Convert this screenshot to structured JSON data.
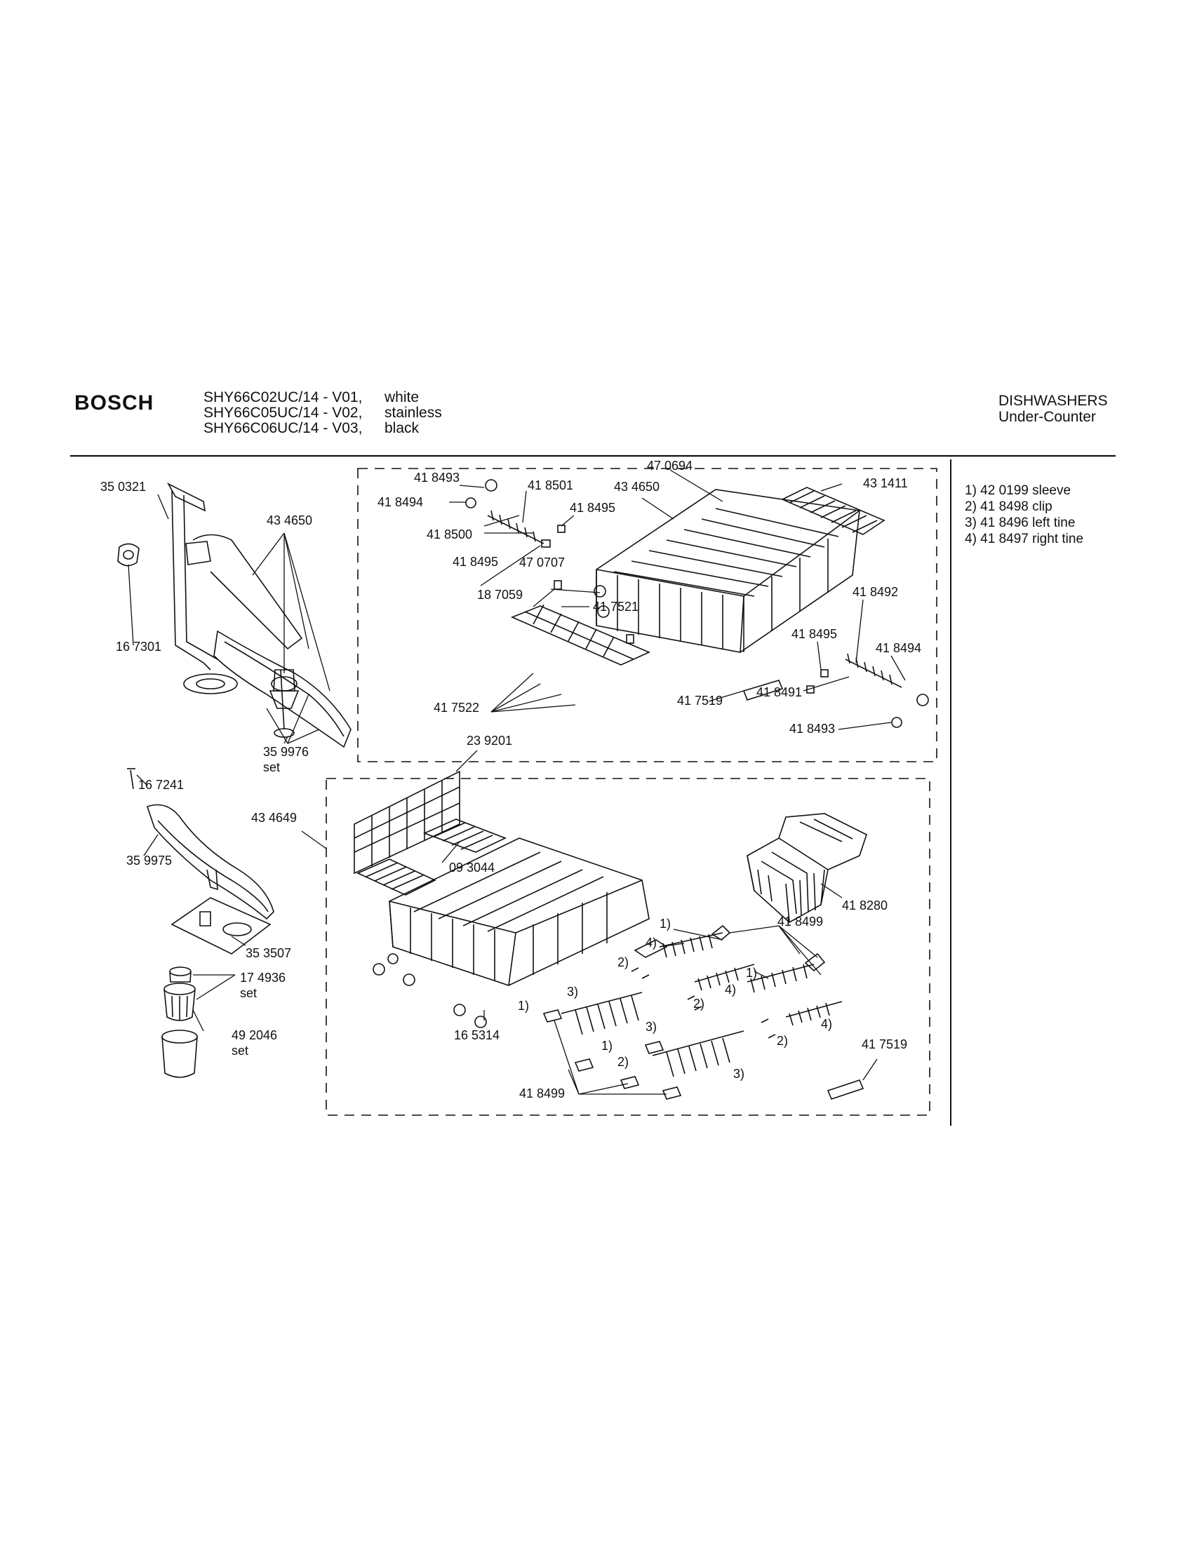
{
  "header": {
    "brand": "BOSCH",
    "models": [
      "SHY66C02UC/14 - V01,",
      "SHY66C05UC/14 - V02,",
      "SHY66C06UC/14 - V03,"
    ],
    "colors": [
      "white",
      "stainless",
      "black"
    ],
    "category": [
      "DISHWASHERS",
      "Under-Counter"
    ]
  },
  "legend": [
    "1) 42 0199 sleeve",
    "2) 41 8498 clip",
    "3) 41 8496 left tine",
    "4) 41 8497 right tine"
  ],
  "callouts": {
    "c350321": "35 0321",
    "c167301": "16 7301",
    "c434650a": "43 4650",
    "c359976": "35 9976",
    "set1": "set",
    "c167241": "16 7241",
    "c359975": "35 9975",
    "c434649": "43 4649",
    "c353507": "35 3507",
    "c174936": "17 4936",
    "set2": "set",
    "c492046": "49 2046",
    "set3": "set",
    "c418493a": "41 8493",
    "c418494a": "41 8494",
    "c418501": "41 8501",
    "c418495a": "41 8495",
    "c418500": "41 8500",
    "c418495b": "41 8495",
    "c470694": "47 0694",
    "c434650b": "43 4650",
    "c431411": "43 1411",
    "c470707": "47 0707",
    "c187059": "18 7059",
    "c417521": "41 7521",
    "c417522": "41 7522",
    "c417519a": "41 7519",
    "c418492": "41 8492",
    "c418495c": "41 8495",
    "c418494b": "41 8494",
    "c418491": "41 8491",
    "c418493b": "41 8493",
    "c239201": "23 9201",
    "c093044": "09 3044",
    "c418280": "41 8280",
    "c418499a": "41 8499",
    "c165314": "16 5314",
    "c418499b": "41 8499",
    "c417519b": "41 7519",
    "n1a": "1)",
    "n4a": "4)",
    "n2a": "2)",
    "n1b": "1)",
    "n4b": "4)",
    "n3a": "3)",
    "n1c": "1)",
    "n2b": "2)",
    "n4c": "4)",
    "n3b": "3)",
    "n1d": "1)",
    "n2c": "2)",
    "n2d": "2)",
    "n3c": "3)"
  }
}
